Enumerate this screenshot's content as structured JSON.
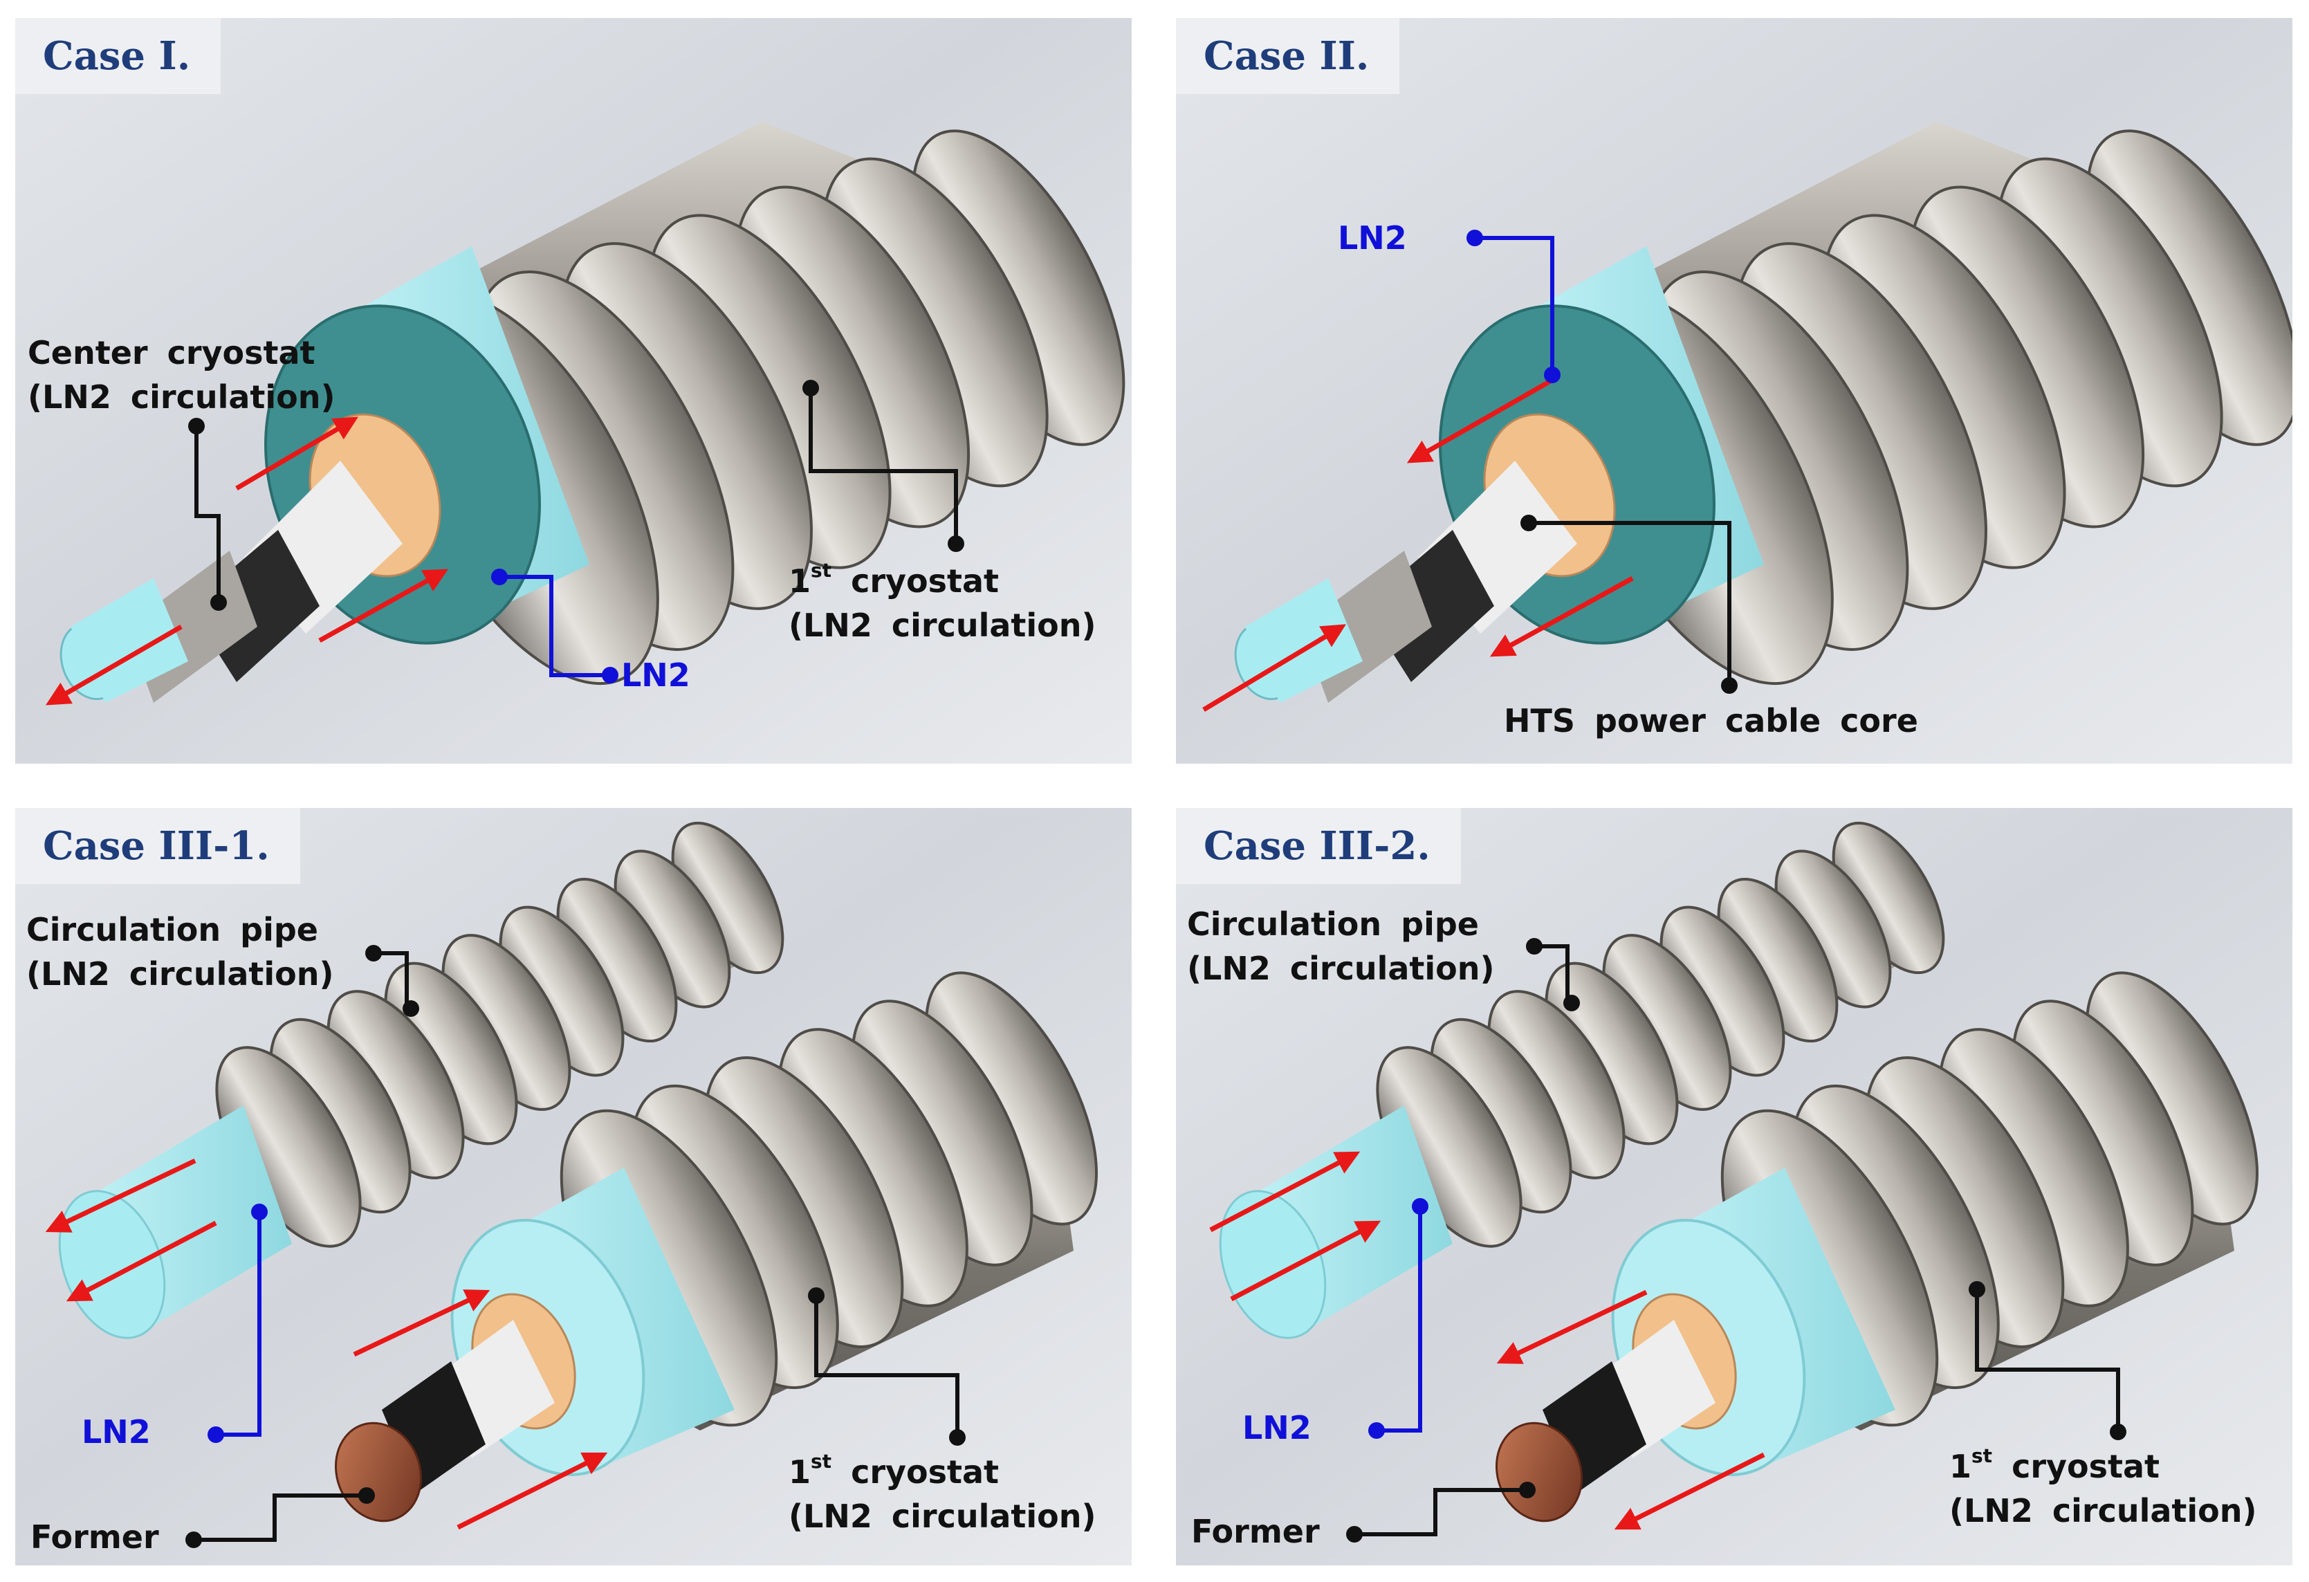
{
  "colors": {
    "title_text": "#1f3d7a",
    "ln2_blue": "#1010d8",
    "arrow_red": "#e81818",
    "insulation_cyan": "#9fe3ea",
    "steel": "#8c8882",
    "former_copper": "#a0563a"
  },
  "panels": [
    {
      "title": "Case I.",
      "labels": {
        "center_line1": "Center cryostat",
        "center_line2": "(LN2 circulation)",
        "cryostat_sup": "st",
        "cryostat_word": "cryostat",
        "cryostat_line2": "(LN2 circulation)",
        "ln2": "LN2"
      }
    },
    {
      "title": "Case II.",
      "labels": {
        "ln2": "LN2",
        "core": "HTS power cable core"
      }
    },
    {
      "title": "Case III-1.",
      "labels": {
        "pipe_line1": "Circulation pipe",
        "pipe_line2": "(LN2 circulation)",
        "ln2": "LN2",
        "former": "Former",
        "cryostat_sup": "st",
        "cryostat_word": "cryostat",
        "cryostat_line2": "(LN2 circulation)"
      }
    },
    {
      "title": "Case III-2.",
      "labels": {
        "pipe_line1": "Circulation pipe",
        "pipe_line2": "(LN2 circulation)",
        "ln2": "LN2",
        "former": "Former",
        "cryostat_sup": "st",
        "cryostat_word": "cryostat",
        "cryostat_line2": "(LN2 circulation)"
      }
    }
  ]
}
